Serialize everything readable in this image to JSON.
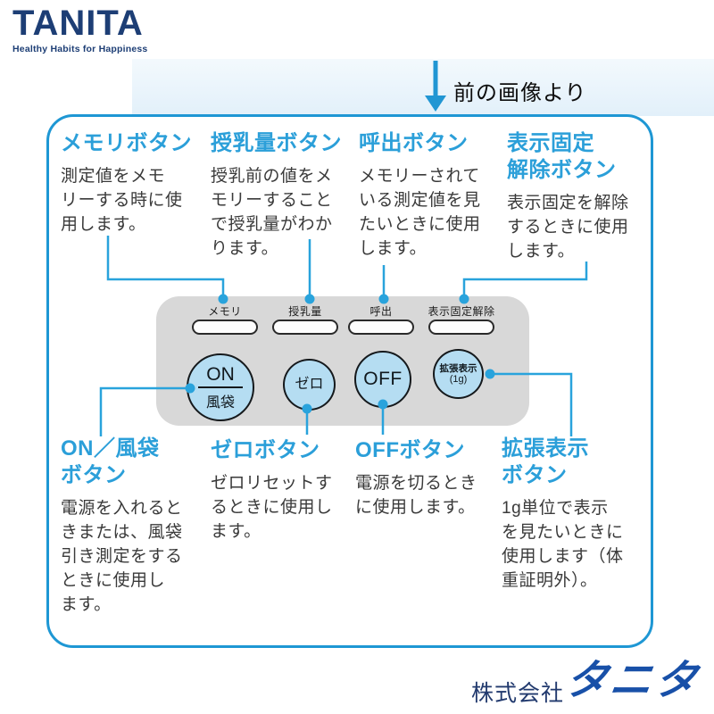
{
  "brand": {
    "logo": "TANITA",
    "tagline": "Healthy Habits for Happiness"
  },
  "banner": {
    "label": "前の画像より"
  },
  "top_columns": [
    {
      "heading": "メモリボタン",
      "body": "測定値をメモ\nリーする時に使\n用します。"
    },
    {
      "heading": "授乳量ボタン",
      "body": "授乳前の値をメ\nモリーすること\nで授乳量がわか\nります。"
    },
    {
      "heading": "呼出ボタン",
      "body": "メモリーされて\nいる測定値を見\nたいときに使用\nします。"
    },
    {
      "heading": "表示固定\n解除ボタン",
      "body": "表示固定を解除\nするときに使用\nします。"
    }
  ],
  "panel": {
    "keys": [
      {
        "label": "メモリ"
      },
      {
        "label": "授乳量"
      },
      {
        "label": "呼出"
      },
      {
        "label": "表示固定解除"
      }
    ],
    "buttons": [
      {
        "top": "ON",
        "bottom": "風袋"
      },
      {
        "top": "ゼロ",
        "bottom": ""
      },
      {
        "top": "OFF",
        "bottom": ""
      },
      {
        "top": "拡張表示",
        "bottom": "(1g)"
      }
    ]
  },
  "bottom_columns": [
    {
      "heading": "ON／風袋\nボタン",
      "body": "電源を入れると\nきまたは、風袋\n引き測定をする\nときに使用し\nます。"
    },
    {
      "heading": "ゼロボタン",
      "body": "ゼロリセットす\nるときに使用し\nます。"
    },
    {
      "heading": "OFFボタン",
      "body": "電源を切るとき\nに使用します。"
    },
    {
      "heading": "拡張表示\nボタン",
      "body": "1g単位で表示\nを見たいときに\n使用します（体\n重証明外）。"
    }
  ],
  "footer": {
    "company": "株式会社",
    "logo": "タニタ"
  },
  "colors": {
    "accent_blue": "#2b9fd9",
    "leader_blue": "#29a3dc",
    "navy": "#1d3e75",
    "logo_blue": "#1850a8",
    "panel_gray": "#d8d8d8",
    "button_fill": "#b5ddf2",
    "box_border": "#1e97d4",
    "banner_bg": "#e8f3fb"
  }
}
